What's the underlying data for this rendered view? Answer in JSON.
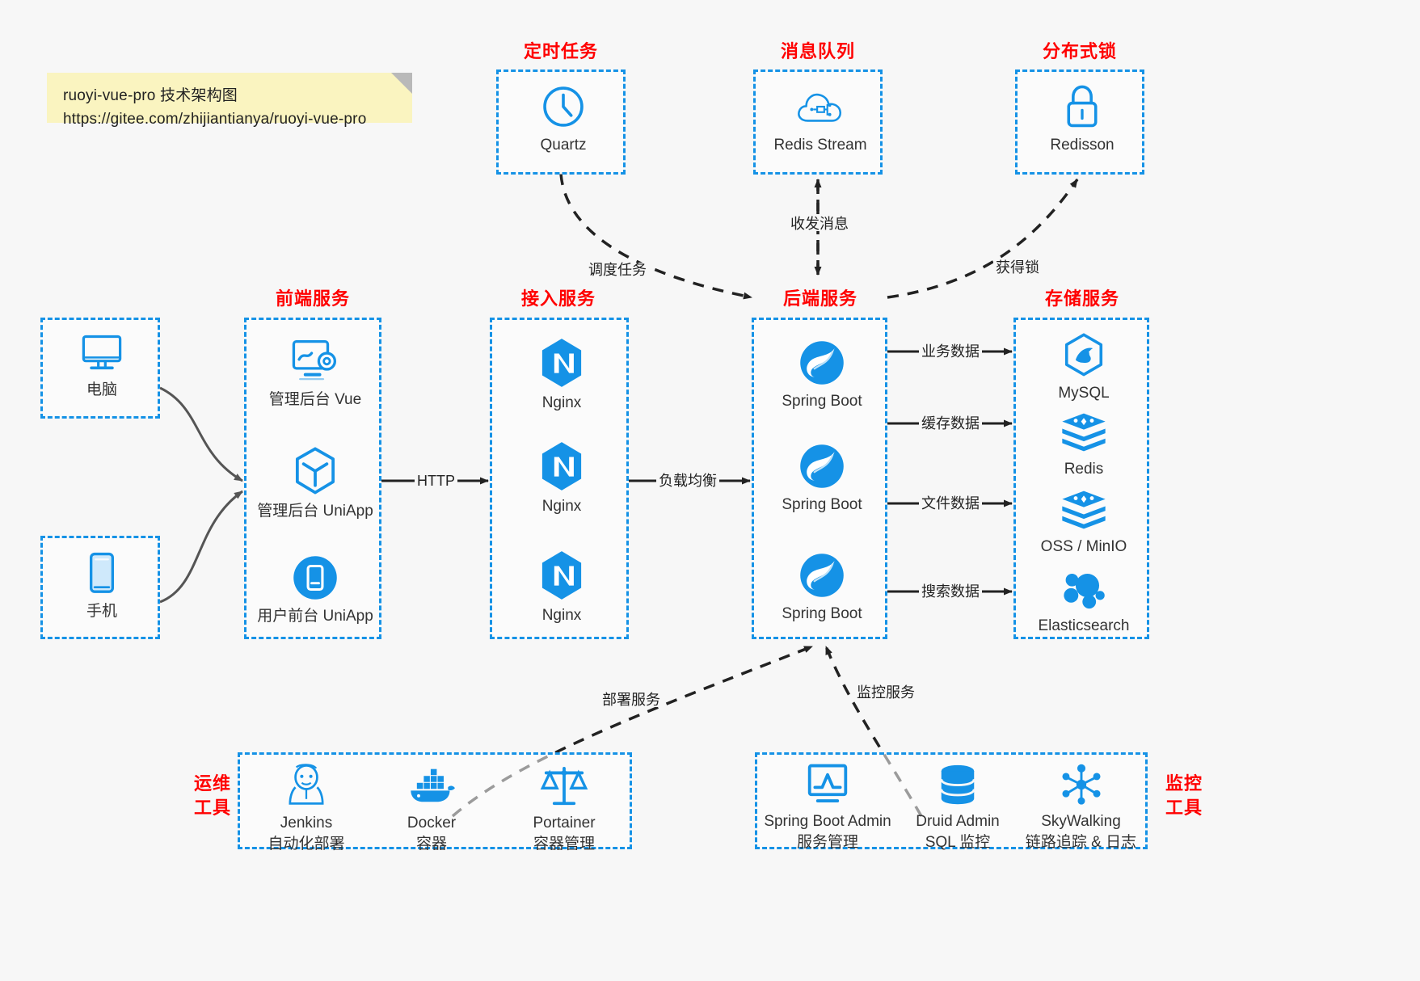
{
  "note": {
    "line1": "ruoyi-vue-pro 技术架构图",
    "line2": "https://gitee.com/zhijiantianya/ruoyi-vue-pro"
  },
  "colors": {
    "accent": "#1592e6",
    "title_red": "#ff0000",
    "arrow": "#222222",
    "canvas": "#f7f7f7",
    "note_bg": "#faf4c0"
  },
  "groups": {
    "scheduled_task": {
      "title": "定时任务"
    },
    "message_queue": {
      "title": "消息队列"
    },
    "distributed_lock": {
      "title": "分布式锁"
    },
    "frontend": {
      "title": "前端服务"
    },
    "gateway": {
      "title": "接入服务"
    },
    "backend": {
      "title": "后端服务"
    },
    "storage": {
      "title": "存储服务"
    },
    "devops": {
      "title_line1": "运维",
      "title_line2": "工具"
    },
    "monitor": {
      "title_line1": "监控",
      "title_line2": "工具"
    }
  },
  "clients": [
    {
      "label": "电脑",
      "icon": "desktop-computer-icon"
    },
    {
      "label": "手机",
      "icon": "mobile-phone-icon"
    }
  ],
  "scheduled_task_nodes": [
    {
      "label": "Quartz",
      "icon": "clock-icon"
    }
  ],
  "message_queue_nodes": [
    {
      "label": "Redis Stream",
      "icon": "cloud-stream-icon"
    }
  ],
  "distributed_lock_nodes": [
    {
      "label": "Redisson",
      "icon": "lock-icon"
    }
  ],
  "frontend_nodes": [
    {
      "label": "管理后台 Vue",
      "icon": "monitor-settings-icon"
    },
    {
      "label": "管理后台 UniApp",
      "icon": "cube-icon"
    },
    {
      "label": "用户前台 UniApp",
      "icon": "mobile-app-icon"
    }
  ],
  "gateway_nodes": [
    {
      "label": "Nginx",
      "icon": "nginx-icon"
    },
    {
      "label": "Nginx",
      "icon": "nginx-icon"
    },
    {
      "label": "Nginx",
      "icon": "nginx-icon"
    }
  ],
  "backend_nodes": [
    {
      "label": "Spring Boot",
      "icon": "spring-boot-icon"
    },
    {
      "label": "Spring Boot",
      "icon": "spring-boot-icon"
    },
    {
      "label": "Spring Boot",
      "icon": "spring-boot-icon"
    }
  ],
  "storage_nodes": [
    {
      "label": "MySQL",
      "icon": "mysql-dolphin-icon"
    },
    {
      "label": "Redis",
      "icon": "redis-stack-icon"
    },
    {
      "label": "OSS / MinIO",
      "icon": "object-storage-icon"
    },
    {
      "label": "Elasticsearch",
      "icon": "elasticsearch-icon"
    }
  ],
  "devops_nodes": [
    {
      "label": "Jenkins",
      "sublabel": "自动化部署",
      "icon": "jenkins-butler-icon"
    },
    {
      "label": "Docker",
      "sublabel": "容器",
      "icon": "docker-whale-icon"
    },
    {
      "label": "Portainer",
      "sublabel": "容器管理",
      "icon": "scales-balance-icon"
    }
  ],
  "monitor_nodes": [
    {
      "label": "Spring Boot Admin",
      "sublabel": "服务管理",
      "icon": "chart-monitor-icon"
    },
    {
      "label": "Druid Admin",
      "sublabel": "SQL 监控",
      "icon": "database-stack-icon"
    },
    {
      "label": "SkyWalking",
      "sublabel": "链路追踪 & 日志",
      "icon": "network-nodes-icon"
    }
  ],
  "edges": [
    {
      "id": "http",
      "label": "HTTP"
    },
    {
      "id": "load-balance",
      "label": "负载均衡"
    },
    {
      "id": "schedule-task",
      "label": "调度任务"
    },
    {
      "id": "send-receive-message",
      "label": "收发消息"
    },
    {
      "id": "acquire-lock",
      "label": "获得锁"
    },
    {
      "id": "business-data",
      "label": "业务数据"
    },
    {
      "id": "cache-data",
      "label": "缓存数据"
    },
    {
      "id": "file-data",
      "label": "文件数据"
    },
    {
      "id": "search-data",
      "label": "搜索数据"
    },
    {
      "id": "deploy-service",
      "label": "部署服务"
    },
    {
      "id": "monitor-service",
      "label": "监控服务"
    }
  ]
}
